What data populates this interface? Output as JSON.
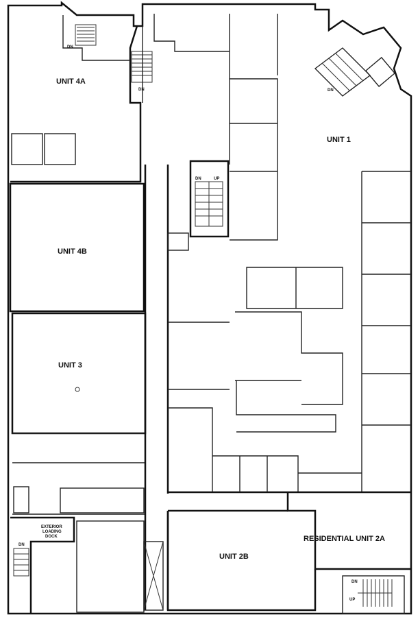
{
  "plan": {
    "units": {
      "unit_4a": "UNIT 4A",
      "unit_4b": "UNIT 4B",
      "unit_3": "UNIT 3",
      "unit_1": "UNIT 1",
      "unit_2b": "UNIT 2B",
      "unit_2a": "RESIDENTIAL UNIT 2A"
    },
    "loading_dock": [
      "EXTERIOR",
      "LOADING",
      "DOCK"
    ],
    "stair_labels": {
      "dn": "DN",
      "up": "UP"
    }
  }
}
